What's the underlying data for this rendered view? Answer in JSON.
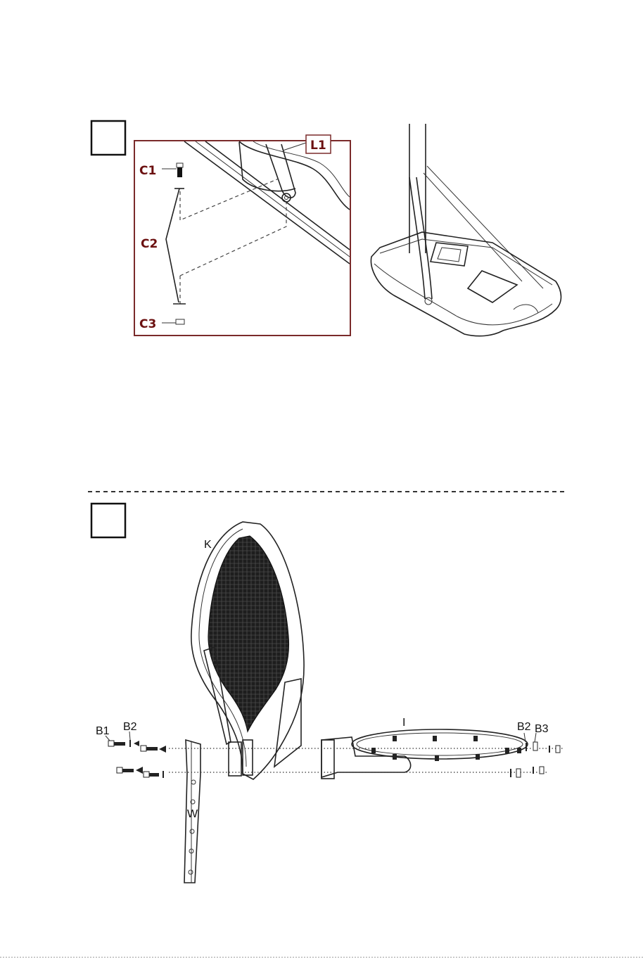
{
  "step1": {
    "part_labels": {
      "c1": "C1",
      "c2": "C2",
      "c3": "C3",
      "l1": "L1"
    }
  },
  "step2": {
    "part_labels": {
      "k": "K",
      "i": "I",
      "w": "W",
      "b1": "B1",
      "b2_left": "B2",
      "b2_right": "B2",
      "b3": "B3"
    }
  },
  "colors": {
    "label_red": "#6b1010",
    "frame_red": "#7a2a2a",
    "line": "#222222",
    "backboard_mesh": "#2a2a2a"
  }
}
